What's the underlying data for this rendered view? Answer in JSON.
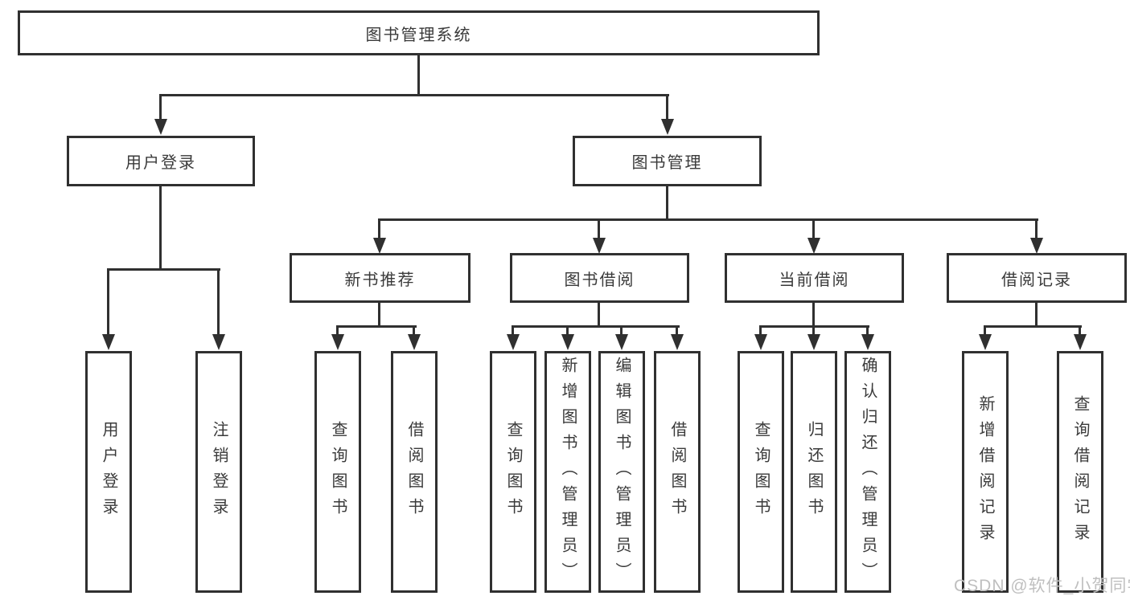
{
  "diagram": {
    "type": "tree",
    "root": {
      "label": "图书管理系统"
    },
    "branches": [
      {
        "label": "用户登录",
        "children": [
          {
            "label": "用户登录"
          },
          {
            "label": "注销登录"
          }
        ]
      },
      {
        "label": "图书管理",
        "children": [
          {
            "label": "新书推荐",
            "children": [
              {
                "label": "查询图书"
              },
              {
                "label": "借阅图书"
              }
            ]
          },
          {
            "label": "图书借阅",
            "children": [
              {
                "label": "查询图书"
              },
              {
                "label": "新增图书（管理员）"
              },
              {
                "label": "编辑图书（管理员）"
              },
              {
                "label": "借阅图书"
              }
            ]
          },
          {
            "label": "当前借阅",
            "children": [
              {
                "label": "查询图书"
              },
              {
                "label": "归还图书"
              },
              {
                "label": "确认归还（管理员）"
              }
            ]
          },
          {
            "label": "借阅记录",
            "children": [
              {
                "label": "新增借阅记录"
              },
              {
                "label": "查询借阅记录"
              }
            ]
          }
        ]
      }
    ]
  },
  "watermark": {
    "text": "CSDN @软件_小贺同学"
  },
  "colors": {
    "line": "#303030",
    "text": "#3a3a3a",
    "box_background": "#ffffff",
    "page_background": "#ffffff",
    "watermark": "#bfbfbf"
  }
}
